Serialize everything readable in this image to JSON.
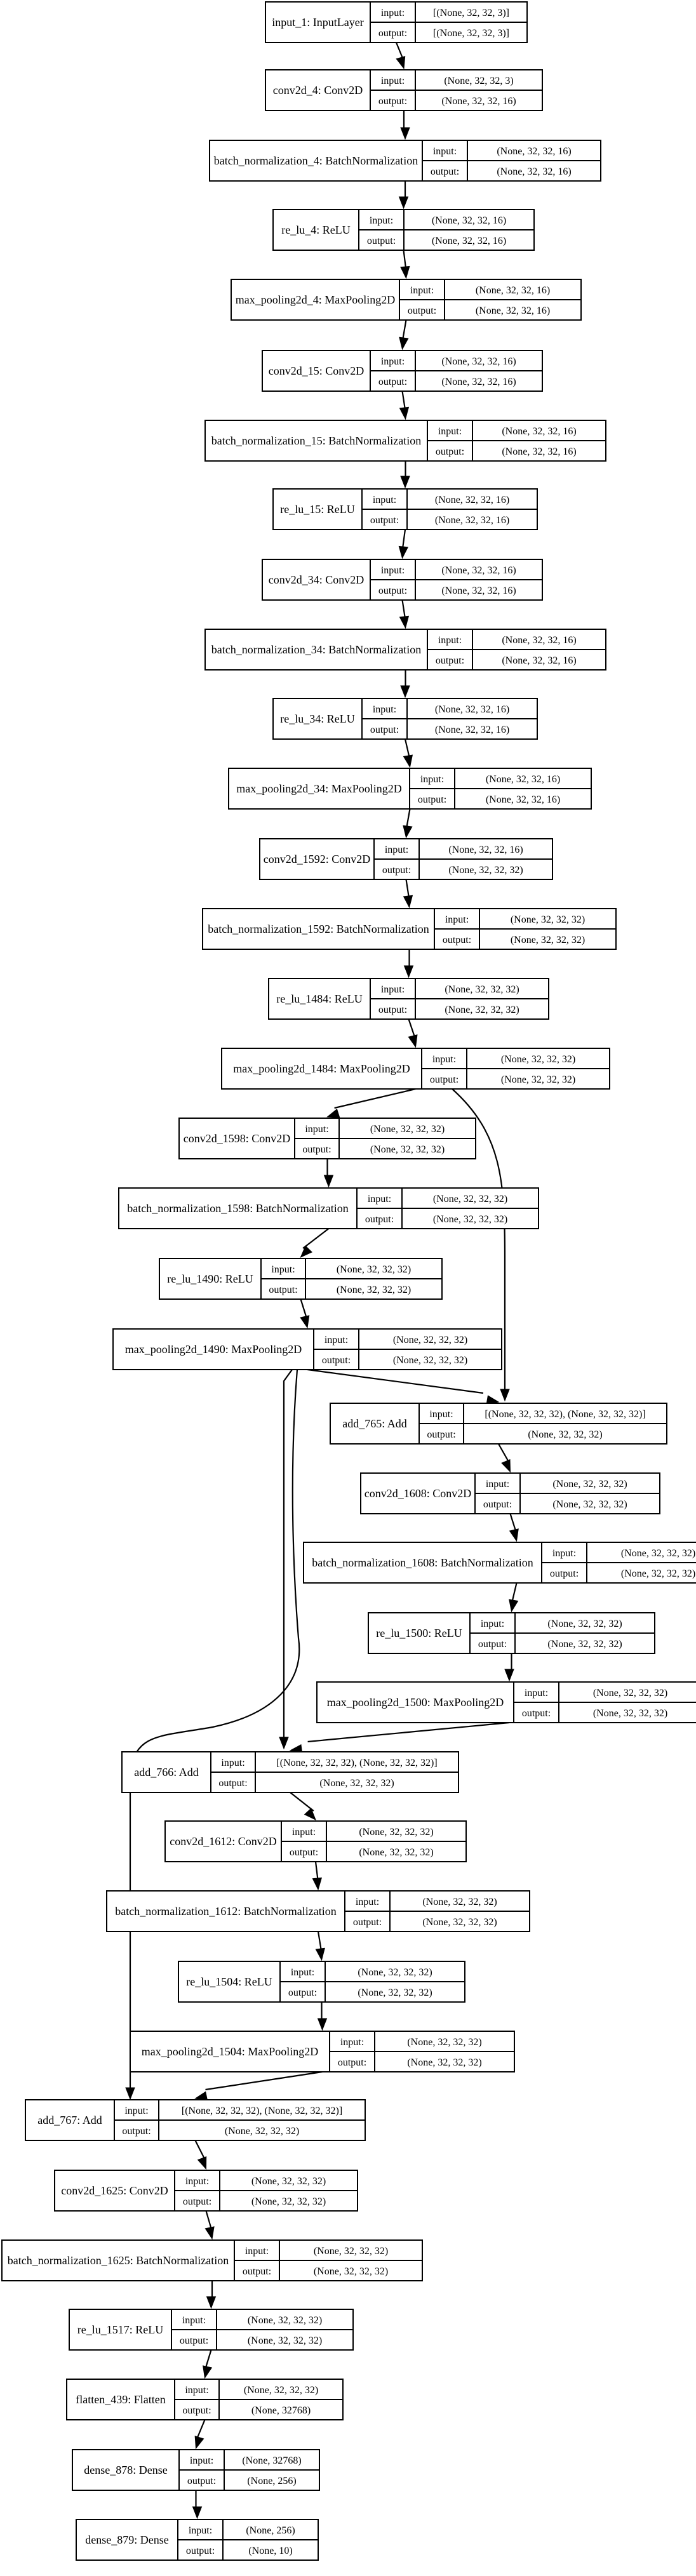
{
  "diagram": {
    "io_labels": {
      "input": "input:",
      "output": "output:"
    },
    "nodes": [
      {
        "id": "n0",
        "name": "input_1: InputLayer",
        "input": "[(None, 32, 32, 3)]",
        "output": "[(None, 32, 32, 3)]"
      },
      {
        "id": "n1",
        "name": "conv2d_4: Conv2D",
        "input": "(None, 32, 32, 3)",
        "output": "(None, 32, 32, 16)"
      },
      {
        "id": "n2",
        "name": "batch_normalization_4: BatchNormalization",
        "input": "(None, 32, 32, 16)",
        "output": "(None, 32, 32, 16)"
      },
      {
        "id": "n3",
        "name": "re_lu_4: ReLU",
        "input": "(None, 32, 32, 16)",
        "output": "(None, 32, 32, 16)"
      },
      {
        "id": "n4",
        "name": "max_pooling2d_4: MaxPooling2D",
        "input": "(None, 32, 32, 16)",
        "output": "(None, 32, 32, 16)"
      },
      {
        "id": "n5",
        "name": "conv2d_15: Conv2D",
        "input": "(None, 32, 32, 16)",
        "output": "(None, 32, 32, 16)"
      },
      {
        "id": "n6",
        "name": "batch_normalization_15: BatchNormalization",
        "input": "(None, 32, 32, 16)",
        "output": "(None, 32, 32, 16)"
      },
      {
        "id": "n7",
        "name": "re_lu_15: ReLU",
        "input": "(None, 32, 32, 16)",
        "output": "(None, 32, 32, 16)"
      },
      {
        "id": "n8",
        "name": "conv2d_34: Conv2D",
        "input": "(None, 32, 32, 16)",
        "output": "(None, 32, 32, 16)"
      },
      {
        "id": "n9",
        "name": "batch_normalization_34: BatchNormalization",
        "input": "(None, 32, 32, 16)",
        "output": "(None, 32, 32, 16)"
      },
      {
        "id": "n10",
        "name": "re_lu_34: ReLU",
        "input": "(None, 32, 32, 16)",
        "output": "(None, 32, 32, 16)"
      },
      {
        "id": "n11",
        "name": "max_pooling2d_34: MaxPooling2D",
        "input": "(None, 32, 32, 16)",
        "output": "(None, 32, 32, 16)"
      },
      {
        "id": "n12",
        "name": "conv2d_1592: Conv2D",
        "input": "(None, 32, 32, 16)",
        "output": "(None, 32, 32, 32)"
      },
      {
        "id": "n13",
        "name": "batch_normalization_1592: BatchNormalization",
        "input": "(None, 32, 32, 32)",
        "output": "(None, 32, 32, 32)"
      },
      {
        "id": "n14",
        "name": "re_lu_1484: ReLU",
        "input": "(None, 32, 32, 32)",
        "output": "(None, 32, 32, 32)"
      },
      {
        "id": "n15",
        "name": "max_pooling2d_1484: MaxPooling2D",
        "input": "(None, 32, 32, 32)",
        "output": "(None, 32, 32, 32)"
      },
      {
        "id": "n16",
        "name": "conv2d_1598: Conv2D",
        "input": "(None, 32, 32, 32)",
        "output": "(None, 32, 32, 32)"
      },
      {
        "id": "n17",
        "name": "batch_normalization_1598: BatchNormalization",
        "input": "(None, 32, 32, 32)",
        "output": "(None, 32, 32, 32)"
      },
      {
        "id": "n18",
        "name": "re_lu_1490: ReLU",
        "input": "(None, 32, 32, 32)",
        "output": "(None, 32, 32, 32)"
      },
      {
        "id": "n19",
        "name": "max_pooling2d_1490: MaxPooling2D",
        "input": "(None, 32, 32, 32)",
        "output": "(None, 32, 32, 32)"
      },
      {
        "id": "n20",
        "name": "add_765: Add",
        "input": "[(None, 32, 32, 32), (None, 32, 32, 32)]",
        "output": "(None, 32, 32, 32)"
      },
      {
        "id": "n21",
        "name": "conv2d_1608: Conv2D",
        "input": "(None, 32, 32, 32)",
        "output": "(None, 32, 32, 32)"
      },
      {
        "id": "n22",
        "name": "batch_normalization_1608: BatchNormalization",
        "input": "(None, 32, 32, 32)",
        "output": "(None, 32, 32, 32)"
      },
      {
        "id": "n23",
        "name": "re_lu_1500: ReLU",
        "input": "(None, 32, 32, 32)",
        "output": "(None, 32, 32, 32)"
      },
      {
        "id": "n24",
        "name": "max_pooling2d_1500: MaxPooling2D",
        "input": "(None, 32, 32, 32)",
        "output": "(None, 32, 32, 32)"
      },
      {
        "id": "n25",
        "name": "add_766: Add",
        "input": "[(None, 32, 32, 32), (None, 32, 32, 32)]",
        "output": "(None, 32, 32, 32)"
      },
      {
        "id": "n26",
        "name": "conv2d_1612: Conv2D",
        "input": "(None, 32, 32, 32)",
        "output": "(None, 32, 32, 32)"
      },
      {
        "id": "n27",
        "name": "batch_normalization_1612: BatchNormalization",
        "input": "(None, 32, 32, 32)",
        "output": "(None, 32, 32, 32)"
      },
      {
        "id": "n28",
        "name": "re_lu_1504: ReLU",
        "input": "(None, 32, 32, 32)",
        "output": "(None, 32, 32, 32)"
      },
      {
        "id": "n29",
        "name": "max_pooling2d_1504: MaxPooling2D",
        "input": "(None, 32, 32, 32)",
        "output": "(None, 32, 32, 32)"
      },
      {
        "id": "n30",
        "name": "add_767: Add",
        "input": "[(None, 32, 32, 32), (None, 32, 32, 32)]",
        "output": "(None, 32, 32, 32)"
      },
      {
        "id": "n31",
        "name": "conv2d_1625: Conv2D",
        "input": "(None, 32, 32, 32)",
        "output": "(None, 32, 32, 32)"
      },
      {
        "id": "n32",
        "name": "batch_normalization_1625: BatchNormalization",
        "input": "(None, 32, 32, 32)",
        "output": "(None, 32, 32, 32)"
      },
      {
        "id": "n33",
        "name": "re_lu_1517: ReLU",
        "input": "(None, 32, 32, 32)",
        "output": "(None, 32, 32, 32)"
      },
      {
        "id": "n34",
        "name": "flatten_439: Flatten",
        "input": "(None, 32, 32, 32)",
        "output": "(None, 32768)"
      },
      {
        "id": "n35",
        "name": "dense_878: Dense",
        "input": "(None, 32768)",
        "output": "(None, 256)"
      },
      {
        "id": "n36",
        "name": "dense_879: Dense",
        "input": "(None, 256)",
        "output": "(None, 10)"
      }
    ],
    "edges": [
      [
        "n0",
        "n1"
      ],
      [
        "n1",
        "n2"
      ],
      [
        "n2",
        "n3"
      ],
      [
        "n3",
        "n4"
      ],
      [
        "n4",
        "n5"
      ],
      [
        "n5",
        "n6"
      ],
      [
        "n6",
        "n7"
      ],
      [
        "n7",
        "n8"
      ],
      [
        "n8",
        "n9"
      ],
      [
        "n9",
        "n10"
      ],
      [
        "n10",
        "n11"
      ],
      [
        "n11",
        "n12"
      ],
      [
        "n12",
        "n13"
      ],
      [
        "n13",
        "n14"
      ],
      [
        "n14",
        "n15"
      ],
      [
        "n15",
        "n16"
      ],
      [
        "n16",
        "n17"
      ],
      [
        "n17",
        "n18"
      ],
      [
        "n18",
        "n19"
      ],
      [
        "n15",
        "n20"
      ],
      [
        "n19",
        "n20"
      ],
      [
        "n20",
        "n21"
      ],
      [
        "n21",
        "n22"
      ],
      [
        "n22",
        "n23"
      ],
      [
        "n23",
        "n24"
      ],
      [
        "n19",
        "n25"
      ],
      [
        "n24",
        "n25"
      ],
      [
        "n25",
        "n26"
      ],
      [
        "n26",
        "n27"
      ],
      [
        "n27",
        "n28"
      ],
      [
        "n28",
        "n29"
      ],
      [
        "n20",
        "n30"
      ],
      [
        "n29",
        "n30"
      ],
      [
        "n30",
        "n31"
      ],
      [
        "n31",
        "n32"
      ],
      [
        "n32",
        "n33"
      ],
      [
        "n33",
        "n34"
      ],
      [
        "n34",
        "n35"
      ],
      [
        "n35",
        "n36"
      ]
    ]
  }
}
